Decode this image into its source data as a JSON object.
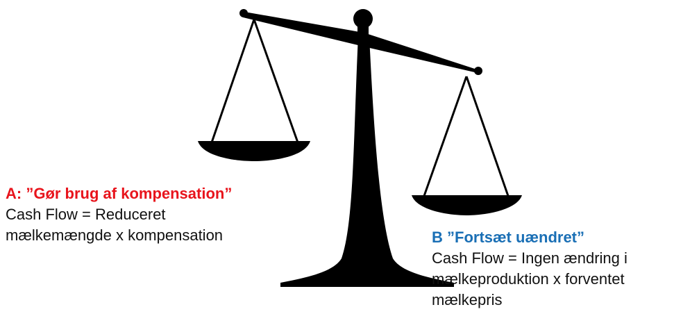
{
  "colors": {
    "option_a": "#e8141c",
    "option_b": "#1a6fb5",
    "scale": "#000000"
  },
  "option_a": {
    "heading": "A: ”Gør brug af kompensation”",
    "line1": "Cash Flow = Reduceret",
    "line2": "mælkemængde x kompensation"
  },
  "option_b": {
    "heading": "B ”Fortsæt uændret”",
    "line1": "Cash Flow = Ingen ændring i",
    "line2": "mælkeproduktion x forventet",
    "line3": "mælkepris"
  }
}
